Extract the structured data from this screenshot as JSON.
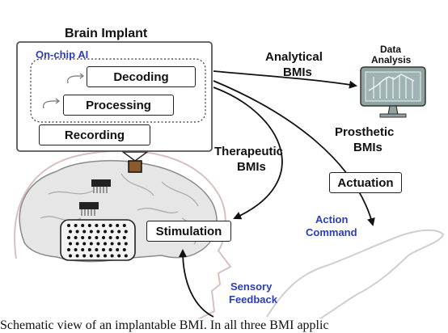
{
  "header": {
    "title": "Brain Implant"
  },
  "implant": {
    "onchip_label": "On-chip AI",
    "decoding": "Decoding",
    "processing": "Processing",
    "recording": "Recording"
  },
  "analysis": {
    "flow_label_line1": "Analytical",
    "flow_label_line2": "BMIs",
    "monitor_label_line1": "Data",
    "monitor_label_line2": "Analysis"
  },
  "prosthetic": {
    "label_line1": "Prosthetic",
    "label_line2": "BMIs",
    "actuation": "Actuation",
    "action_line1": "Action",
    "action_line2": "Command"
  },
  "therapeutic": {
    "label_line1": "Therapeutic",
    "label_line2": "BMIs",
    "stimulation": "Stimulation"
  },
  "feedback": {
    "line1": "Sensory",
    "line2": "Feedback"
  },
  "caption": "Schematic view of an implantable BMI. In all three BMI applic",
  "colors": {
    "accent_blue": "#2a3db8",
    "monitor_fill": "#8fa3a3",
    "brain_outline": "#c9a6a6"
  }
}
